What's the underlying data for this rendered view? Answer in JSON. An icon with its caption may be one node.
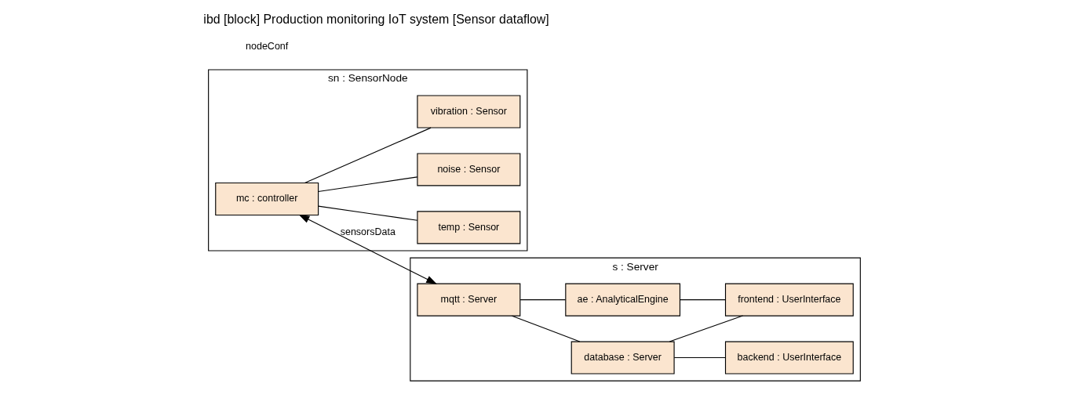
{
  "diagram": {
    "title": "ibd [block] Production monitoring IoT system [Sensor dataflow]",
    "nodes": [
      {
        "text": [
          "sn : SensorNode"
        ]
      },
      {
        "text": [
          "mc : controller"
        ],
        "in": 0
      },
      {
        "text": [
          "temp : Sensor"
        ],
        "in": 0
      },
      {
        "text": [
          "noise : Sensor"
        ],
        "in": 0
      },
      {
        "text": [
          "vibration : Sensor"
        ],
        "in": 0
      },
      {
        "text": [
          "s : Server"
        ]
      },
      {
        "text": [
          "mqtt : Server"
        ],
        "in": 5
      },
      {
        "text": [
          "database : Server"
        ],
        "in": 5
      },
      {
        "text": [
          "backend : UserInterface"
        ],
        "in": 5
      },
      {
        "text": [
          "ae : AnalyticalEngine"
        ],
        "in": 5
      },
      {
        "text": [
          "frontend : UserInterface"
        ],
        "in": 5
      }
    ],
    "edges": [
      {
        "from": 1,
        "to": 2,
        "arrow": "none"
      },
      {
        "from": 1,
        "to": 3,
        "arrow": "none"
      },
      {
        "from": 1,
        "to": 4,
        "arrow": "none"
      },
      {
        "from": 1,
        "to": 6,
        "arrow": "both",
        "label": "sensorsData"
      },
      {
        "from": 6,
        "to": 7,
        "arrow": "none"
      },
      {
        "from": 6,
        "to": 9,
        "arrow": "none"
      },
      {
        "from": 7,
        "to": 8,
        "arrow": "none"
      },
      {
        "from": 7,
        "to": 10,
        "arrow": "none"
      },
      {
        "from": 9,
        "to": 10,
        "arrow": "none"
      }
    ],
    "labels": [
      "nodeConf"
    ]
  }
}
